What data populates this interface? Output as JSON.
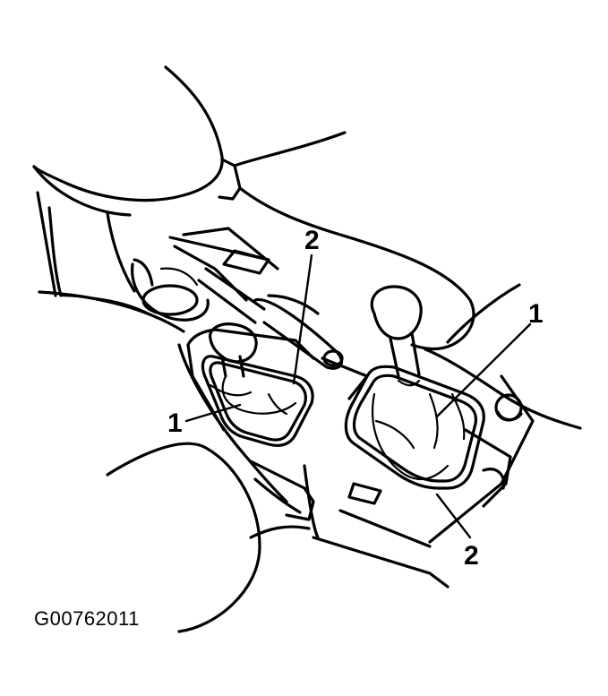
{
  "figure": {
    "figure_code": "G00762011",
    "callouts": {
      "left_boot": "1",
      "left_bezel": "2",
      "right_boot": "1",
      "right_bezel": "2"
    },
    "line_color": "#000000",
    "background_color": "#ffffff"
  }
}
